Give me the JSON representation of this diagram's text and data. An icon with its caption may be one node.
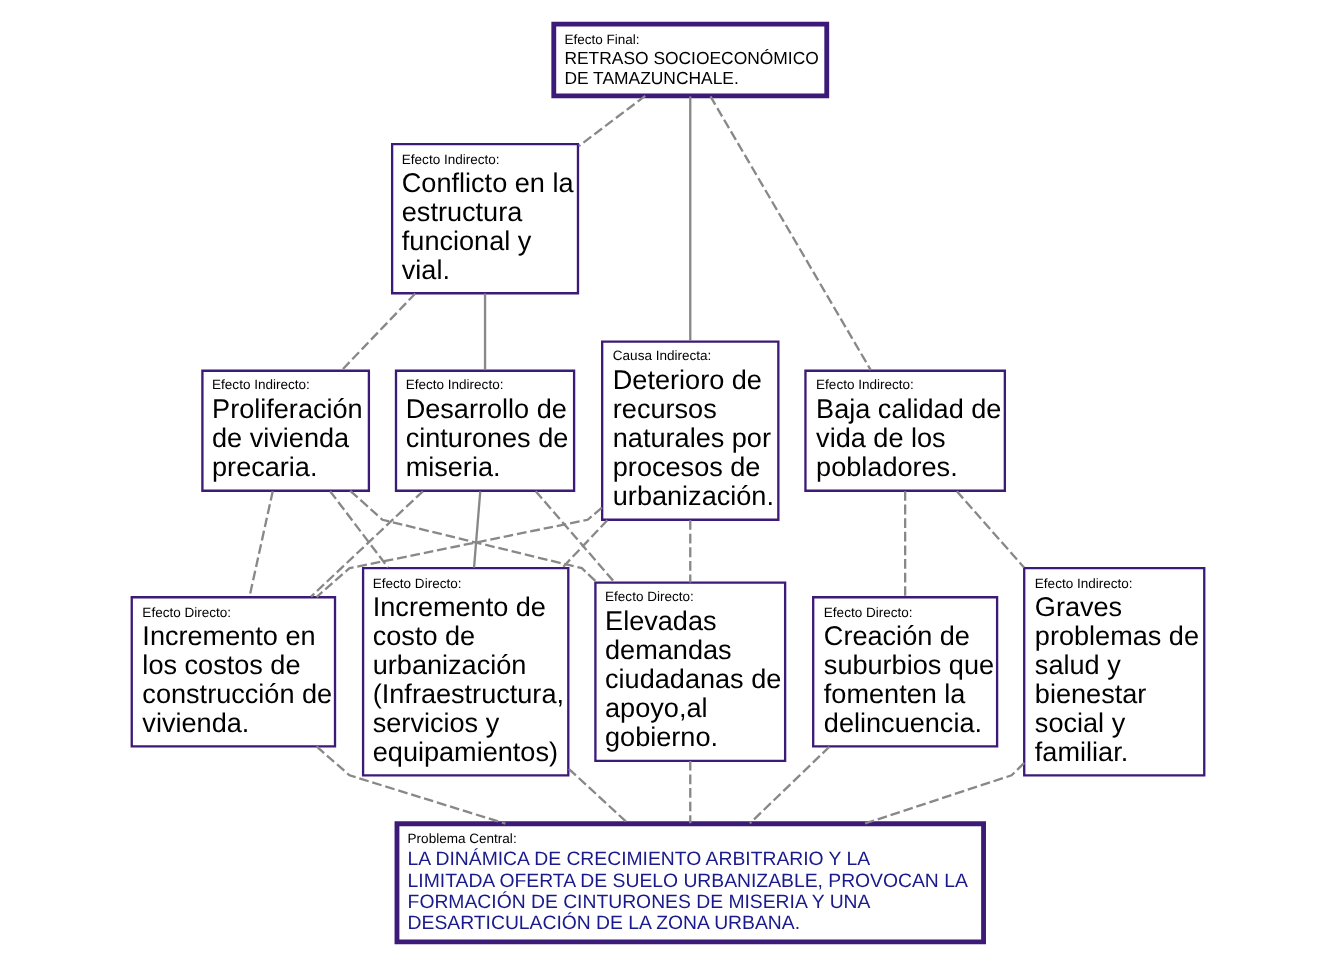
{
  "diagram": {
    "nodes": [
      {
        "text": [
          "Efecto Final:",
          "RETRASO SOCIOECONÓMICO DE TAMAZUNCHALE."
        ]
      },
      {
        "text": [
          "Efecto Indirecto:",
          "Conflicto en la estructura funcional y vial."
        ]
      },
      {
        "text": [
          "Causa Indirecta:",
          "Deterioro de recursos naturales por procesos de urbanización."
        ]
      },
      {
        "text": [
          "Efecto Indirecto:",
          "Proliferación de vivienda precaria."
        ]
      },
      {
        "text": [
          "Efecto Indirecto:",
          "Desarrollo de cinturones de miseria."
        ]
      },
      {
        "text": [
          "Efecto Indirecto:",
          "Baja calidad de vida de los pobladores."
        ]
      },
      {
        "text": [
          "Efecto Directo:",
          "Incremento en los costos de construcción de vivienda."
        ]
      },
      {
        "text": [
          "Efecto Directo:",
          "Incremento de costo de urbanización (Infraestructura, servicios y equipamientos)"
        ]
      },
      {
        "text": [
          "Efecto Directo:",
          "Elevadas demandas ciudadanas de apoyo,al gobierno."
        ]
      },
      {
        "text": [
          "Efecto Directo:",
          "Creación de suburbios que fomenten la delincuencia."
        ]
      },
      {
        "text": [
          "Efecto Indirecto:",
          "Graves problemas de salud y bienestar social y familiar."
        ]
      },
      {
        "text": [
          "Problema Central:",
          "LA DINÁMICA DE CRECIMIENTO ARBITRARIO Y LA LIMITADA OFERTA DE SUELO URBANIZABLE, PROVOCAN LA FORMACIÓN DE CINTURONES DE MISERIA Y UNA DESARTICULACIÓN DE LA ZONA URBANA."
        ]
      }
    ],
    "edges": [
      {
        "from": 0,
        "to": 1,
        "arrow": "none",
        "style": "dashed"
      },
      {
        "from": 0,
        "to": 2,
        "arrow": "none"
      },
      {
        "from": 0,
        "to": 5,
        "arrow": "none",
        "style": "dashed"
      },
      {
        "from": 1,
        "to": 3,
        "arrow": "none",
        "style": "dashed"
      },
      {
        "from": 1,
        "to": 4,
        "arrow": "none"
      },
      {
        "from": 3,
        "to": 6,
        "arrow": "none",
        "style": "dashed"
      },
      {
        "from": 3,
        "to": 7,
        "arrow": "none",
        "style": "dashed"
      },
      {
        "from": 3,
        "to": 8,
        "arrow": "none",
        "style": "dashed"
      },
      {
        "from": 4,
        "to": 6,
        "arrow": "none",
        "style": "dashed"
      },
      {
        "from": 4,
        "to": 7,
        "arrow": "none"
      },
      {
        "from": 4,
        "to": 8,
        "arrow": "none",
        "style": "dashed"
      },
      {
        "from": 2,
        "to": 6,
        "arrow": "none",
        "style": "dashed"
      },
      {
        "from": 2,
        "to": 7,
        "arrow": "none",
        "style": "dashed"
      },
      {
        "from": 2,
        "to": 8,
        "arrow": "none",
        "style": "dashed"
      },
      {
        "from": 5,
        "to": 9,
        "arrow": "none",
        "style": "dashed"
      },
      {
        "from": 5,
        "to": 10,
        "arrow": "none",
        "style": "dashed"
      },
      {
        "from": 6,
        "to": 11,
        "arrow": "none",
        "style": "dashed"
      },
      {
        "from": 7,
        "to": 11,
        "arrow": "none",
        "style": "dashed"
      },
      {
        "from": 8,
        "to": 11,
        "arrow": "none",
        "style": "dashed"
      },
      {
        "from": 9,
        "to": 11,
        "arrow": "none",
        "style": "dashed"
      },
      {
        "from": 10,
        "to": 11,
        "arrow": "none",
        "style": "dashed"
      }
    ]
  }
}
